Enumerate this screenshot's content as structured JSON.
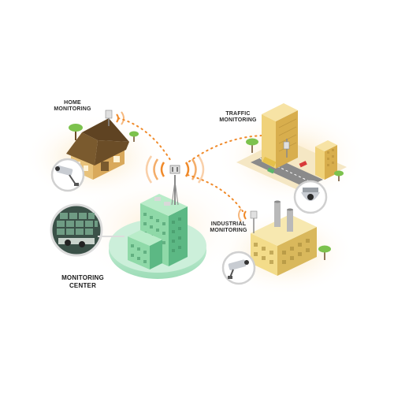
{
  "labels": {
    "home": [
      "HOME",
      "MONITORING"
    ],
    "traffic": [
      "TRAFFIC",
      "MONITORING"
    ],
    "industrial": [
      "INDUSTRIAL",
      "MONITORING"
    ],
    "center": [
      "MONITORING",
      "CENTER"
    ]
  },
  "colors": {
    "building_green": "#8fd9a8",
    "building_green_dark": "#5cb884",
    "base_disk": "#c9eed8",
    "signal_orange": "#f08a2a",
    "house_roof": "#7a5a2e",
    "house_wall": "#e8c27a",
    "factory_wall": "#f3dc8a",
    "tower_yellow": "#e9c45a",
    "camera_silver": "#c8ccd2"
  },
  "icons": [
    "cctv-camera-icon",
    "dome-camera-icon",
    "antenna-icon",
    "tree-icon",
    "signal-wave-icon"
  ]
}
